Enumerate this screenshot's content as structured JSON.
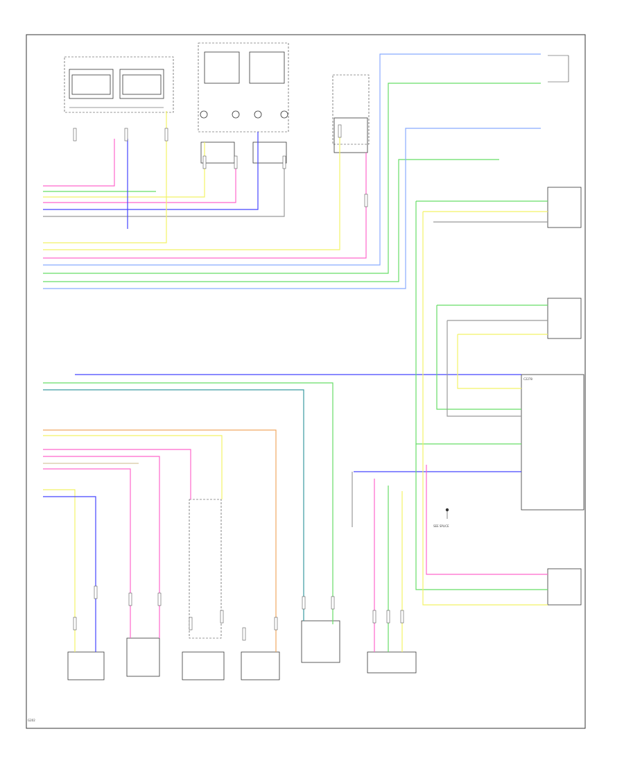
{
  "colors": {
    "frame": "#333333",
    "pink": "#ff66cc",
    "green": "#66dd66",
    "yellow": "#f2f266",
    "blue": "#4444ff",
    "orange": "#f0a860",
    "gray": "#999999",
    "teal": "#3a9aa0",
    "tan": "#d8c8a0",
    "light_blue": "#88aaff"
  },
  "labels": {
    "splice_note": "SEE SPLICE",
    "connector": "C2278",
    "ground": "G202"
  }
}
